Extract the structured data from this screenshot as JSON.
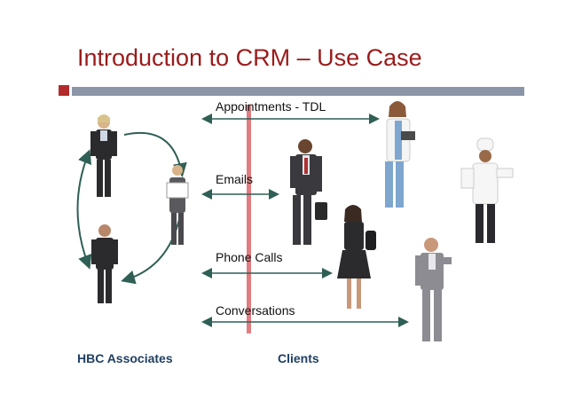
{
  "slide": {
    "title": "Introduction to CRM – Use Case"
  },
  "channels": {
    "appointments": "Appointments - TDL",
    "emails": "Emails",
    "phone_calls": "Phone Calls",
    "conversations": "Conversations"
  },
  "groups": {
    "left": "HBC Associates",
    "right": "Clients"
  },
  "colors": {
    "title": "#9b1b1b",
    "divider_red": "#e07d80",
    "arrow": "#2f5f55",
    "group_label": "#1f3f63",
    "header_bar": "#8a95a8"
  }
}
